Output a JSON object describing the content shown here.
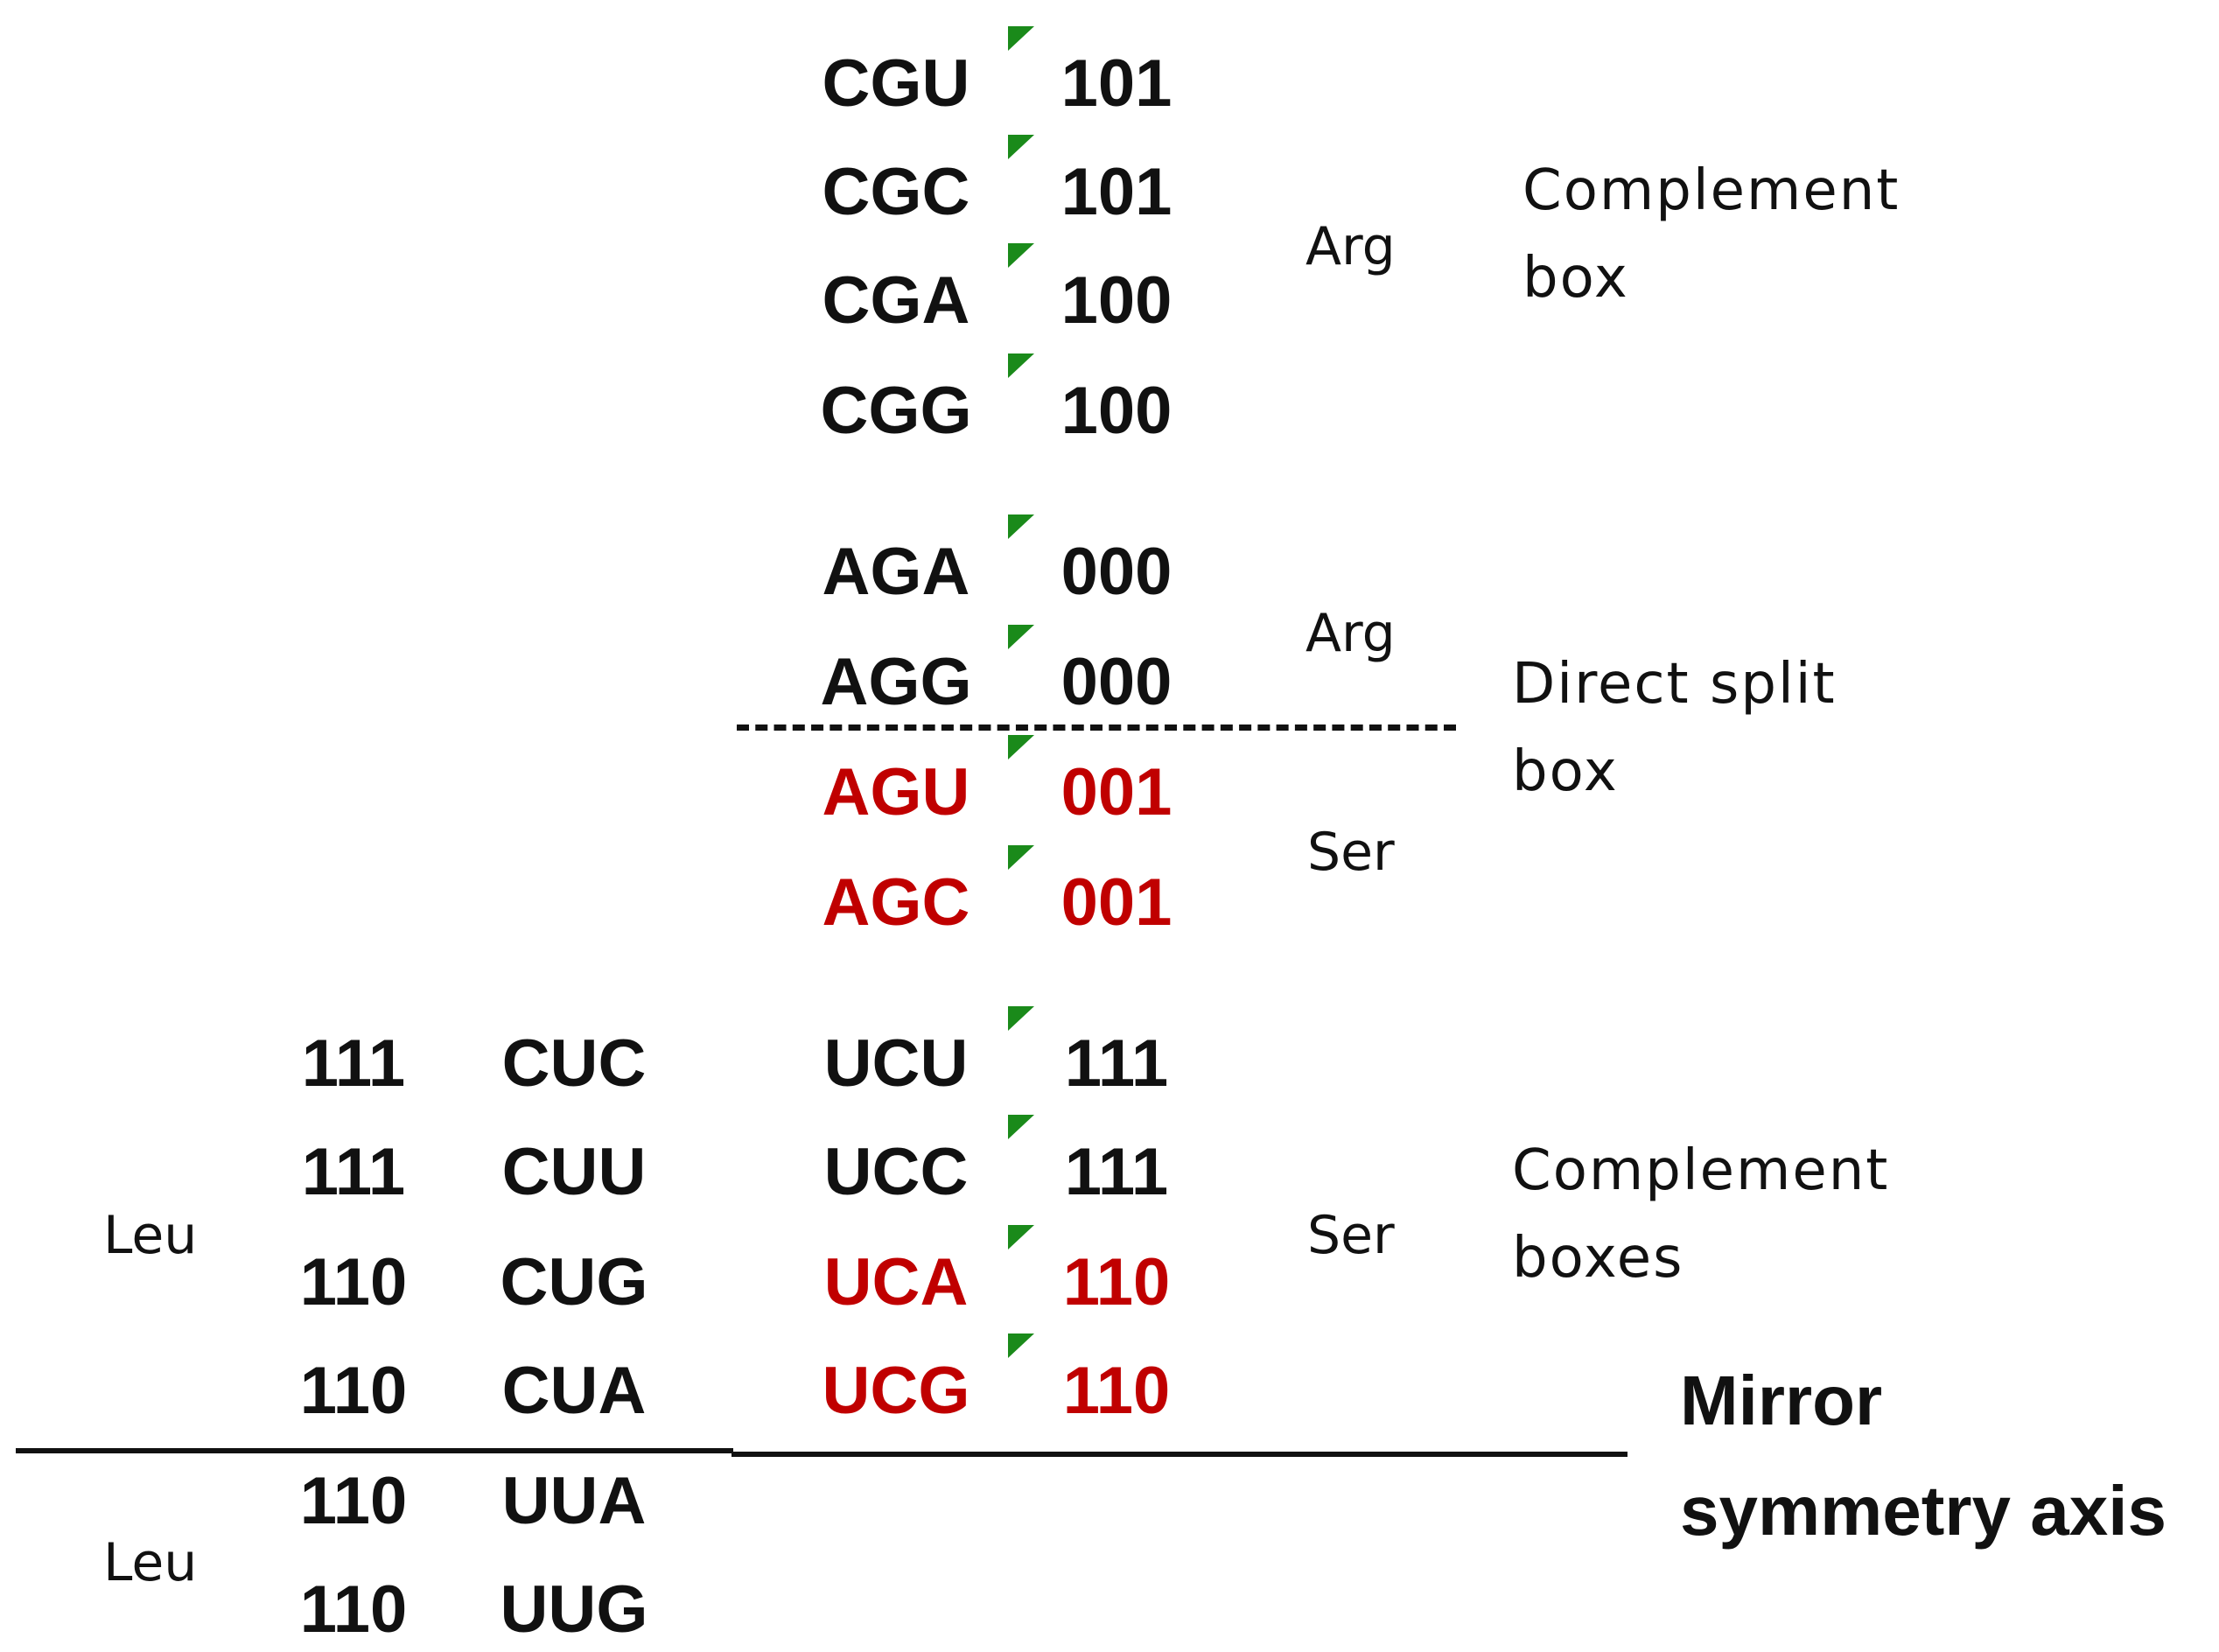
{
  "colors": {
    "black": "#111111",
    "red": "#c00000",
    "green": "#1a8a1a"
  },
  "rows": [
    {
      "codon": "CGU",
      "bin": "101",
      "color": "black"
    },
    {
      "codon": "CGC",
      "bin": "101",
      "color": "black"
    },
    {
      "codon": "CGA",
      "bin": "100",
      "color": "black"
    },
    {
      "codon": "CGG",
      "bin": "100",
      "color": "black"
    },
    {
      "codon": "AGA",
      "bin": "000",
      "color": "black"
    },
    {
      "codon": "AGG",
      "bin": "000",
      "color": "black"
    },
    {
      "codon": "AGU",
      "bin": "001",
      "color": "red"
    },
    {
      "codon": "AGC",
      "bin": "001",
      "color": "red"
    },
    {
      "codon": "UCU",
      "bin": "111",
      "color": "black"
    },
    {
      "codon": "UCC",
      "bin": "111",
      "color": "black"
    },
    {
      "codon": "UCA",
      "bin": "110",
      "color": "red"
    },
    {
      "codon": "UCG",
      "bin": "110",
      "color": "red"
    }
  ],
  "left_rows": [
    {
      "bin": "111",
      "codon": "CUC"
    },
    {
      "bin": "111",
      "codon": "CUU"
    },
    {
      "bin": "110",
      "codon": "CUG"
    },
    {
      "bin": "110",
      "codon": "CUA"
    },
    {
      "bin": "110",
      "codon": "UUA"
    },
    {
      "bin": "110",
      "codon": "UUG"
    }
  ],
  "amino_acids": {
    "arg_1": "Arg",
    "arg_2": "Arg",
    "ser_1": "Ser",
    "ser_2": "Ser",
    "leu_1": "Leu",
    "leu_2": "Leu"
  },
  "notes": {
    "complement_box": [
      "Complement",
      "box"
    ],
    "direct_split_box": [
      "Direct split",
      "box"
    ],
    "complement_boxes": [
      "Complement",
      "boxes"
    ]
  },
  "axis_label": [
    "Mirror",
    "symmetry axis"
  ]
}
